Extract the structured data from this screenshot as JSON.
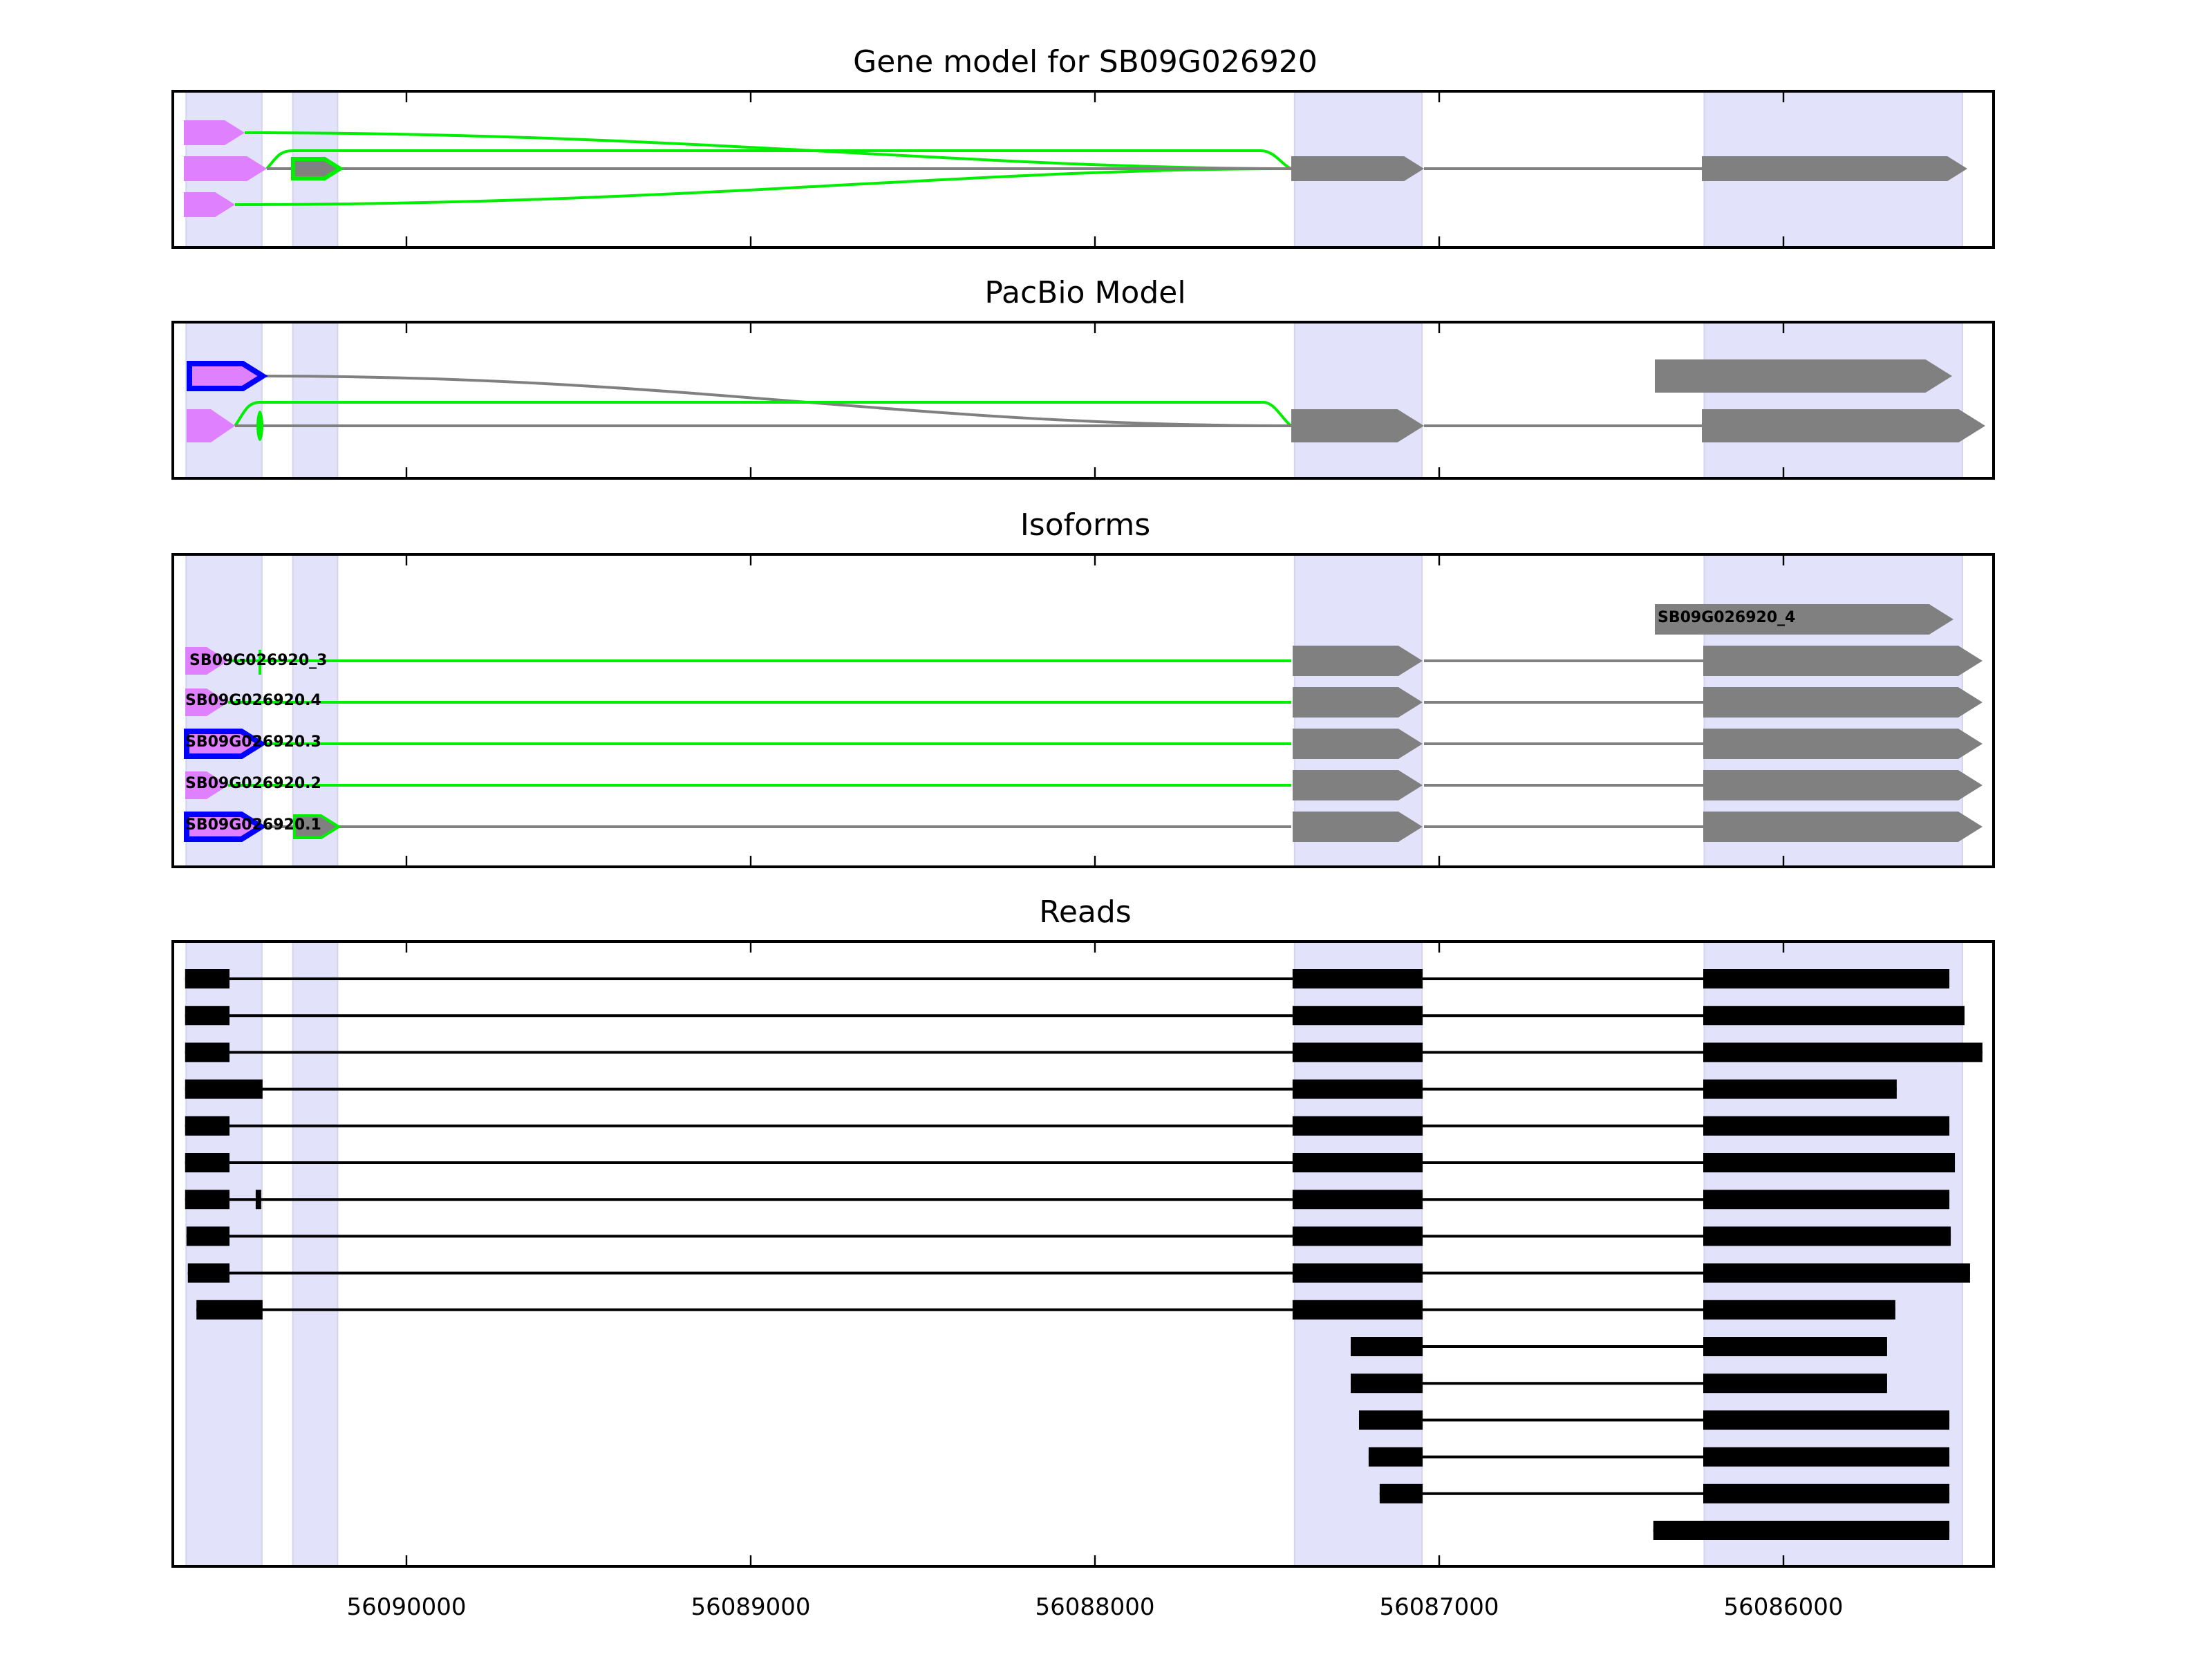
{
  "chart_data": {
    "type": "gene-track",
    "xlim": [
      56090679,
      56085390
    ],
    "x_ticks": [
      56090000,
      56089000,
      56088000,
      56087000,
      56086000
    ],
    "x_tick_labels": [
      "56090000",
      "56089000",
      "56088000",
      "56087000",
      "56086000"
    ],
    "colors": {
      "band": "#e2e2fb",
      "pink": "#df80ff",
      "green": "#00ee00",
      "gray": "#808080",
      "blue": "#0000ff",
      "read": "#000000"
    },
    "highlight_bands": [
      [
        56090640,
        56090420
      ],
      [
        56090330,
        56090200
      ],
      [
        56087420,
        56087050
      ],
      [
        56086230,
        56085480
      ]
    ],
    "panels": [
      {
        "title": "Gene model for SB09G026920"
      },
      {
        "title": "PacBio Model"
      },
      {
        "title": "Isoforms",
        "labels": [
          "SB09G026920_4",
          "SB09G026920_3",
          "SB09G026920.4",
          "SB09G026920.3",
          "SB09G026920.2",
          "SB09G026920.1"
        ]
      },
      {
        "title": "Reads"
      }
    ],
    "reads": [
      [
        [
          56090643,
          56090514
        ],
        [
          56087426,
          56087048
        ],
        [
          56086233,
          56085518
        ]
      ],
      [
        [
          56090643,
          56090514
        ],
        [
          56087426,
          56087048
        ],
        [
          56086233,
          56085474
        ]
      ],
      [
        [
          56090643,
          56090514
        ],
        [
          56087426,
          56087048
        ],
        [
          56086233,
          56085422
        ]
      ],
      [
        [
          56090643,
          56090418
        ],
        [
          56087426,
          56087048
        ],
        [
          56086233,
          56085671
        ]
      ],
      [
        [
          56090643,
          56090514
        ],
        [
          56087426,
          56087048
        ],
        [
          56086233,
          56085518
        ]
      ],
      [
        [
          56090643,
          56090514
        ],
        [
          56087426,
          56087048
        ],
        [
          56086233,
          56085502
        ]
      ],
      [
        [
          56090643,
          56090514
        ],
        [
          56090438,
          56090422
        ],
        [
          56087426,
          56087048
        ],
        [
          56086233,
          56085518
        ]
      ],
      [
        [
          56090639,
          56090514
        ],
        [
          56087426,
          56087048
        ],
        [
          56086233,
          56085514
        ]
      ],
      [
        [
          56090635,
          56090514
        ],
        [
          56087426,
          56087048
        ],
        [
          56086233,
          56085458
        ]
      ],
      [
        [
          56090610,
          56090418
        ],
        [
          56087426,
          56087048
        ],
        [
          56086233,
          56085675
        ]
      ],
      [
        [
          56087257,
          56087048
        ],
        [
          56086233,
          56085699
        ]
      ],
      [
        [
          56087257,
          56087048
        ],
        [
          56086233,
          56085699
        ]
      ],
      [
        [
          56087233,
          56087048
        ],
        [
          56086233,
          56085518
        ]
      ],
      [
        [
          56087205,
          56087048
        ],
        [
          56086233,
          56085518
        ]
      ],
      [
        [
          56087173,
          56087048
        ],
        [
          56086233,
          56085518
        ]
      ],
      [
        [
          56086378,
          56085518
        ]
      ]
    ]
  }
}
